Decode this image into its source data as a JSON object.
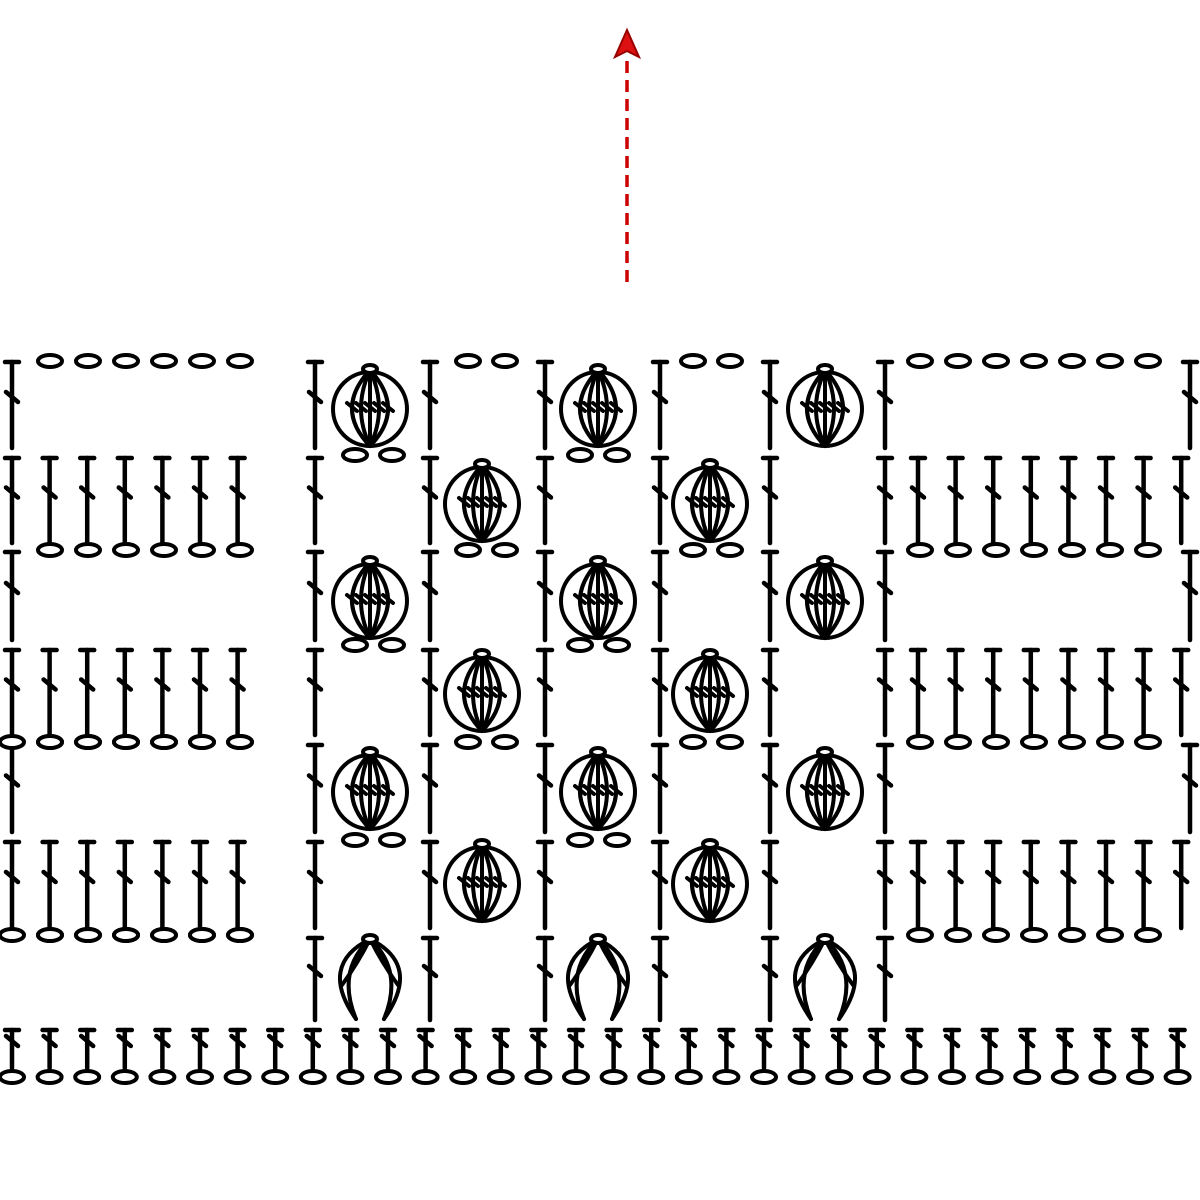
{
  "pattern": {
    "colors": {
      "ink": "#000000",
      "arrow": "#dd1111",
      "background": "#ffffff"
    },
    "symbols": [
      "chain-stitch",
      "double-crochet",
      "bobble-stitch",
      "direction-arrow"
    ],
    "direction": "up",
    "rows": 7,
    "bobble_panels": 3
  }
}
